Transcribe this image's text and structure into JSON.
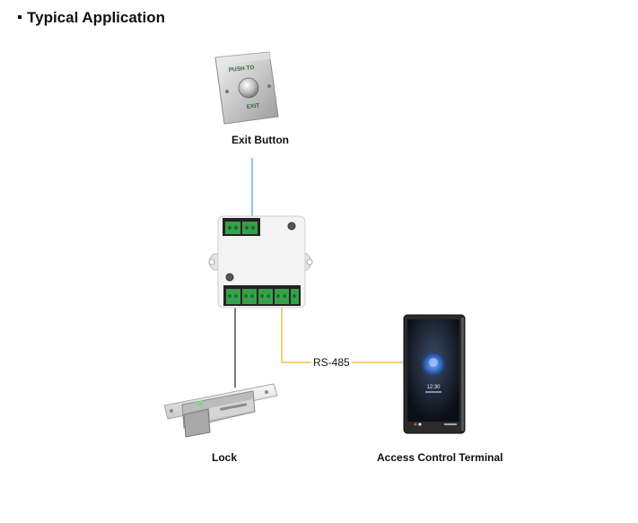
{
  "heading": "Typical Application",
  "devices": {
    "exit_button": {
      "label": "Exit Button",
      "faceplate_top": "PUSH TO",
      "faceplate_bottom": "EXIT"
    },
    "lock": {
      "label": "Lock"
    },
    "terminal": {
      "label": "Access Control Terminal",
      "screen_time": "12:30"
    }
  },
  "connections": {
    "rs485": "RS-485"
  },
  "colors": {
    "exit_wire": "#4a9fd4",
    "lock_wire": "#222222",
    "rs485_wire": "#f2b21c",
    "terminal_block": "#37a04a"
  }
}
